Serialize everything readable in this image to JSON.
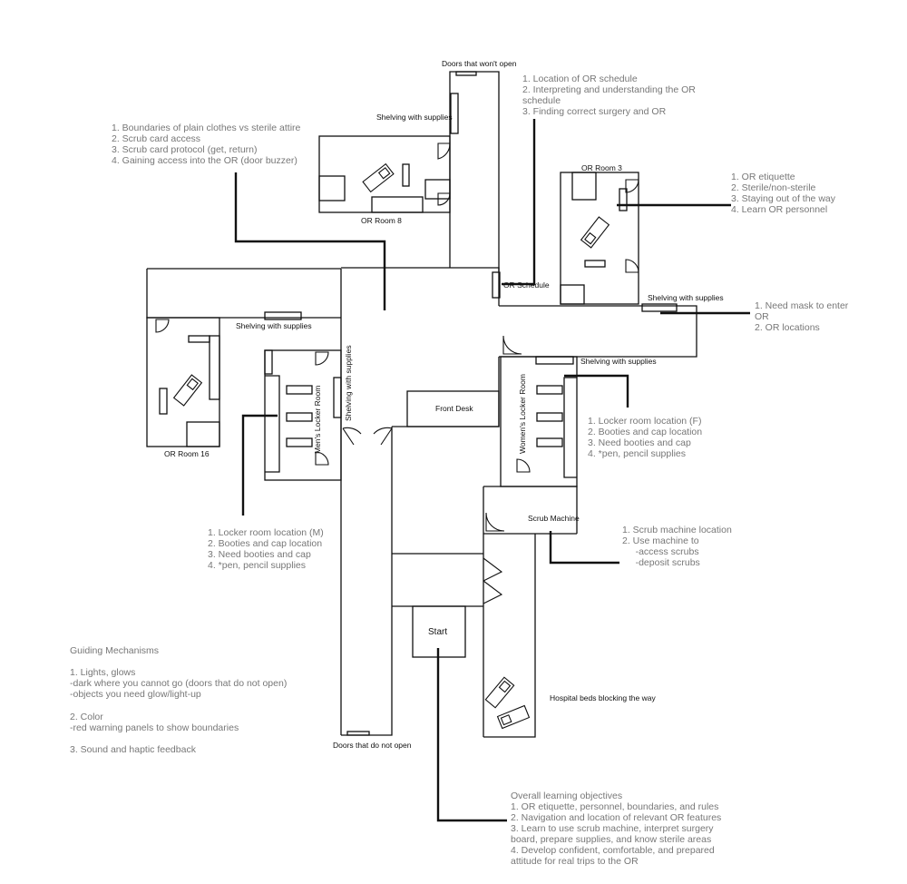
{
  "labels": {
    "doors_top": "Doors that won't open",
    "shelving_top": "Shelving with supplies",
    "or_room_8": "OR Room 8",
    "or_room_3": "OR Room 3",
    "or_schedule": "OR Schedule",
    "shelving_right": "Shelving with supplies",
    "shelving_left": "Shelving with supplies",
    "shelving_center": "Shelving with supplies",
    "shelving_vertical": "Shelving with supplies",
    "or_room_16": "OR Room 16",
    "mens_locker": "Men's Locker Room",
    "womens_locker": "Women's Locker Room",
    "front_desk": "Front Desk",
    "scrub_machine": "Scrub Machine",
    "start": "Start",
    "hospital_beds": "Hospital beds blocking the way",
    "doors_bottom": "Doors that do not open"
  },
  "notes": {
    "or_schedule": [
      "1. Location of OR schedule",
      "2. Interpreting and understanding the OR",
      "schedule",
      "3. Finding  correct surgery and OR"
    ],
    "attire": [
      "1. Boundaries of plain clothes vs sterile attire",
      "2. Scrub card access",
      "3. Scrub card protocol (get, return)",
      "4. Gaining access into the OR (door buzzer)"
    ],
    "etiquette": [
      "1. OR etiquette",
      "2. Sterile/non-sterile",
      "3. Staying out of the way",
      "4. Learn OR personnel"
    ],
    "mask": [
      "1. Need mask to enter",
      "OR",
      "2. OR locations"
    ],
    "locker_f": [
      "1. Locker room location (F)",
      "2. Booties and cap location",
      "3. Need booties and cap",
      "4. *pen, pencil supplies"
    ],
    "scrub": [
      "1. Scrub machine location",
      "2. Use machine to",
      "     -access scrubs",
      "     -deposit scrubs"
    ],
    "locker_m": [
      "1. Locker room location (M)",
      "2. Booties and cap location",
      "3. Need booties and cap",
      "4. *pen, pencil supplies"
    ],
    "guiding": [
      "Guiding Mechanisms",
      "",
      "1. Lights, glows",
      "-dark where you cannot go (doors that do not open)",
      "-objects you need glow/light-up",
      "",
      "2. Color",
      "-red warning panels to show boundaries",
      "",
      "3. Sound and haptic feedback"
    ],
    "overall": [
      "Overall learning objectives",
      "1. OR etiquette, personnel, boundaries, and rules",
      "2. Navigation and location of relevant OR features",
      "3. Learn to use scrub machine, interpret surgery",
      "board, prepare supplies, and know sterile areas",
      "4. Develop confident, comfortable, and prepared",
      "attitude for real trips to the OR"
    ]
  }
}
